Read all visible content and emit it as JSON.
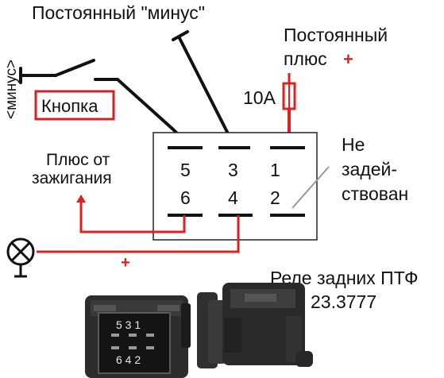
{
  "labels": {
    "constant_minus": "Постоянный \"минус\"",
    "constant_plus_line1": "Постоянный",
    "constant_plus_line2": "плюс",
    "plus_sign": "+",
    "fuse": "10A",
    "button": "Кнопка",
    "minus_vertical": "<минус>",
    "ignition_line1": "Плюс от",
    "ignition_line2": "зажигания",
    "not_used_line1": "Не",
    "not_used_line2": "задей-",
    "not_used_line3": "ствован",
    "wire_plus": "+",
    "relay_title_line1": "Реле задних ПТФ",
    "relay_title_line2": "23.3777"
  },
  "pins": {
    "p1": "1",
    "p2": "2",
    "p3": "3",
    "p4": "4",
    "p5": "5",
    "p6": "6"
  },
  "photo": {
    "top_row": "5 3 1",
    "bottom_row": "6 4 2"
  },
  "colors": {
    "wire_red": "#e02020",
    "button_box": "#d42020",
    "wire_black": "#111111"
  }
}
